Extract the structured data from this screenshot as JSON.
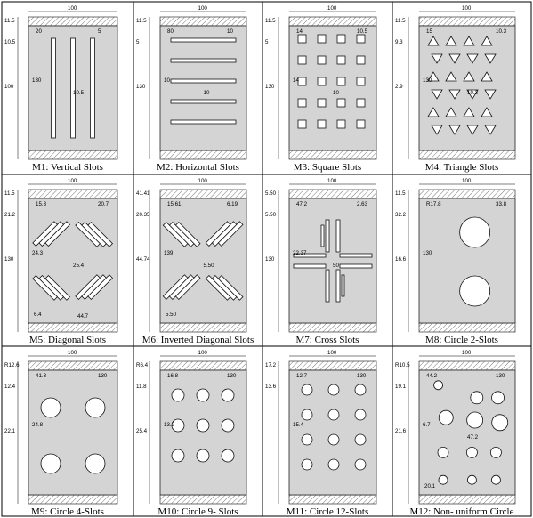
{
  "panels": [
    {
      "id": "M1",
      "caption": "M1: Vertical Slots",
      "dims": [
        "100",
        "11.5",
        "20",
        "5",
        "10.5",
        "130",
        "100",
        "10.5"
      ]
    },
    {
      "id": "M2",
      "caption": "M2: Horizontal Slots",
      "dims": [
        "100",
        "11.5",
        "80",
        "10",
        "5",
        "10",
        "130",
        "10"
      ]
    },
    {
      "id": "M3",
      "caption": "M3: Square Slots",
      "dims": [
        "100",
        "11.5",
        "14",
        "10.5",
        "5",
        "14",
        "130",
        "10"
      ]
    },
    {
      "id": "M4",
      "caption": "M4: Triangle Slots",
      "dims": [
        "100",
        "11.5",
        "15",
        "10.3",
        "9.3",
        "130",
        "2.9",
        "10.3"
      ]
    },
    {
      "id": "M5",
      "caption": "M5: Diagonal Slots",
      "dims": [
        "100",
        "11.5",
        "15.3",
        "20.7",
        "21.2",
        "24.3",
        "130",
        "25.4",
        "6.4",
        "44.7"
      ]
    },
    {
      "id": "M6",
      "caption": "M6: Inverted Diagonal Slots",
      "dims": [
        "100",
        "41.41",
        "15.61",
        "6.19",
        "20.35",
        "139",
        "44.74",
        "5.50",
        "5.50"
      ]
    },
    {
      "id": "M7",
      "caption": "M7: Cross Slots",
      "dims": [
        "100",
        "5.50",
        "47.2",
        "2.63",
        "5.50",
        "22.37",
        "130",
        "50"
      ]
    },
    {
      "id": "M8",
      "caption": "M8: Circle 2-Slots",
      "dims": [
        "100",
        "11.5",
        "R17.8",
        "33.8",
        "32.2",
        "130",
        "16.6"
      ]
    },
    {
      "id": "M9",
      "caption": "M9: Circle 4-Slots",
      "dims": [
        "100",
        "R12.6",
        "41.3",
        "130",
        "12.4",
        "24.8",
        "22.1"
      ]
    },
    {
      "id": "M10",
      "caption": "M10: Circle 9- Slots",
      "dims": [
        "100",
        "R6.4",
        "16.8",
        "130",
        "11.8",
        "13.2",
        "25.4"
      ]
    },
    {
      "id": "M11",
      "caption": "M11: Circle 12-Slots",
      "dims": [
        "100",
        "17.2",
        "12.7",
        "130",
        "13.6",
        "15.4"
      ]
    },
    {
      "id": "M12",
      "caption": "M12: Non- uniform Circle",
      "dims": [
        "100",
        "R10.5",
        "44.2",
        "130",
        "19.1",
        "6.7",
        "21.6",
        "47.2",
        "20.1"
      ]
    }
  ]
}
